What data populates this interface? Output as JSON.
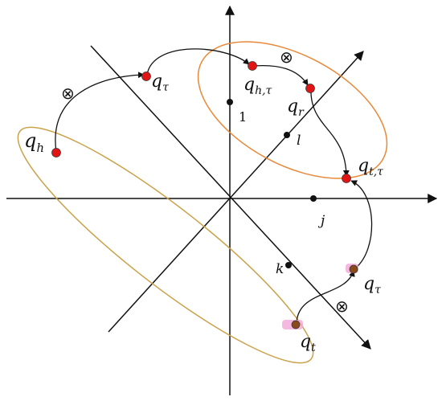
{
  "labels": {
    "q_h": "q",
    "q_h_sub": "h",
    "q_tau_top": "q",
    "q_tau_top_sub": "τ",
    "q_h_tau": "q",
    "q_h_tau_sub": "h,τ",
    "q_r": "q",
    "q_r_sub": "r",
    "q_t_tau": "q",
    "q_t_tau_sub": "t,τ",
    "q_tau_bottom": "q",
    "q_tau_bottom_sub": "τ",
    "q_t": "q",
    "q_t_sub": "t",
    "axis_1": "1",
    "axis_l": "l",
    "axis_j": "j",
    "axis_k": "k",
    "otimes_left": "⊗",
    "otimes_top": "⊗",
    "otimes_bottom": "⊗"
  },
  "colors": {
    "axis": "#111111",
    "ellipse_orange": "#e8893a",
    "ellipse_tan": "#c9a24a",
    "point_red": "#e01616",
    "point_brown": "#8b4a1c",
    "point_glow": "#f3a6d6",
    "axis_dot": "#111111"
  }
}
